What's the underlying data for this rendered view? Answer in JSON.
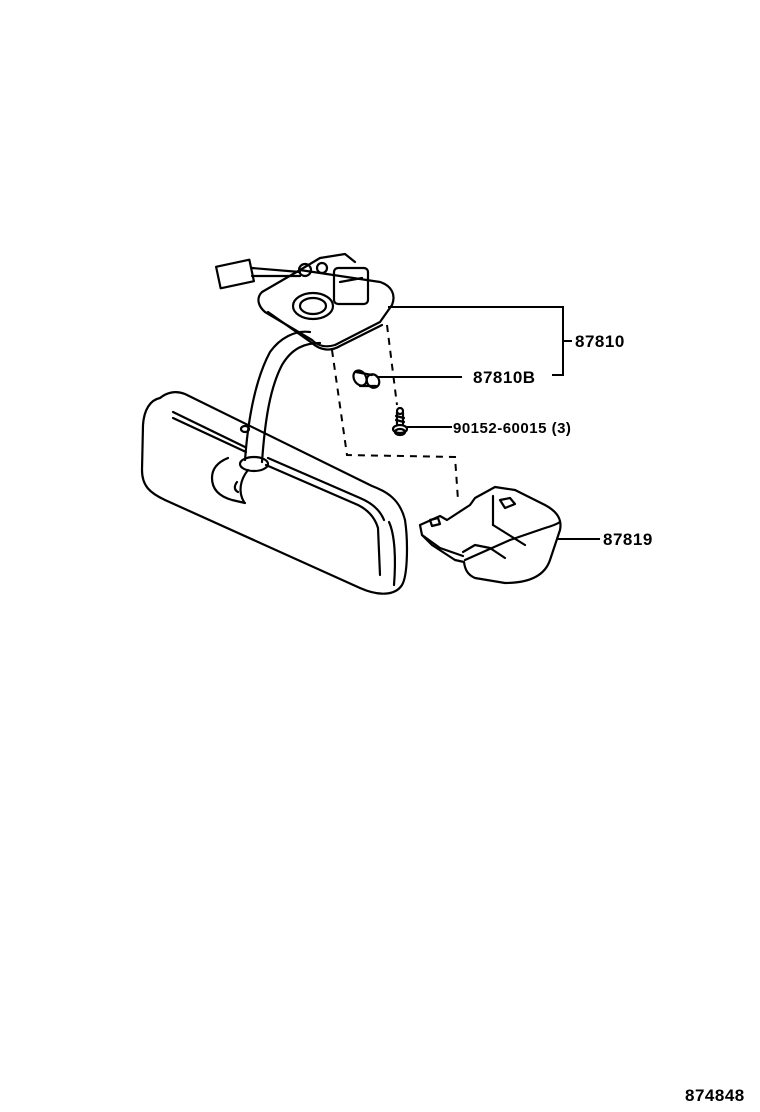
{
  "diagram": {
    "type": "exploded parts diagram",
    "subject": "Inner rear view mirror with map lamp assembly",
    "parts": [
      {
        "id": "p1",
        "label": "87810",
        "description": "map lamp assembly (bracket)"
      },
      {
        "id": "p2",
        "label": "87810B",
        "description": "bulb"
      },
      {
        "id": "p3",
        "label": "90152-60015 (3)",
        "description": "screw, qty 3"
      },
      {
        "id": "p4",
        "label": "87819",
        "description": "lamp cover"
      }
    ],
    "illustration_number": "874848",
    "colors": {
      "ink": "#000000",
      "background": "#ffffff"
    }
  }
}
